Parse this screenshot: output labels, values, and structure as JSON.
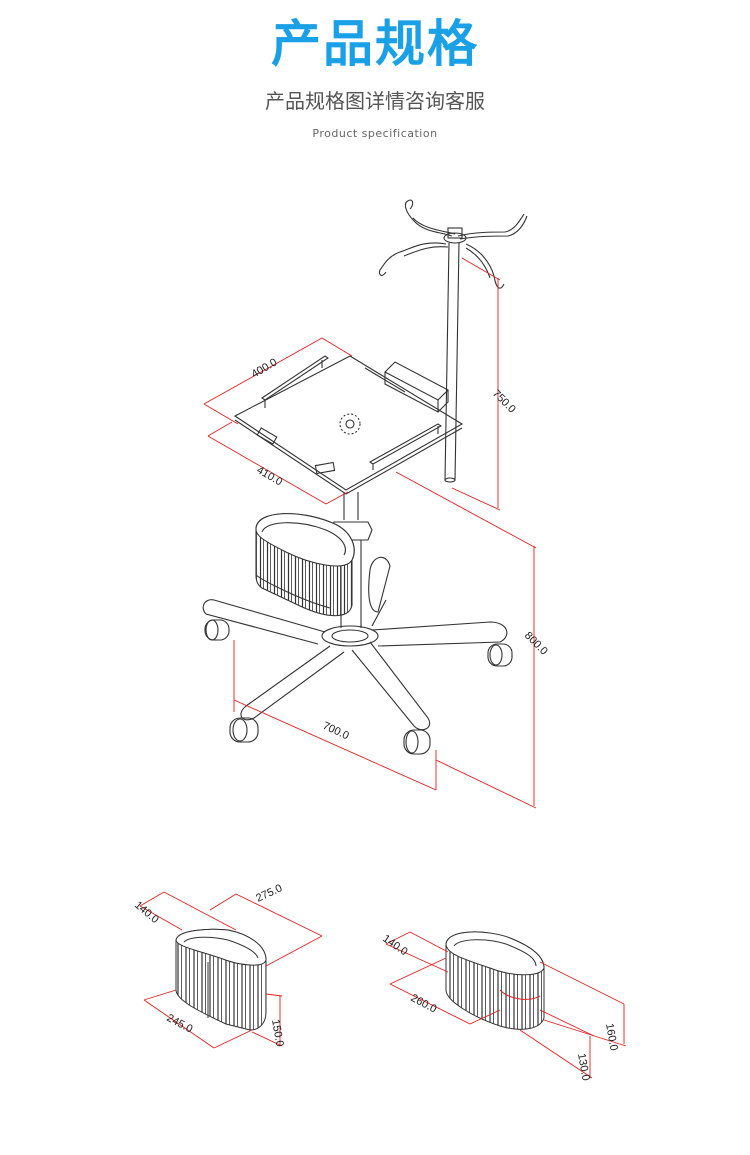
{
  "header": {
    "title": "产品规格",
    "subtitle": "产品规格图详情咨询客服",
    "subtitle_en": "Product specification"
  },
  "colors": {
    "title": "#1aa0e6",
    "dimension_line": "#e02020",
    "outline": "#333333"
  },
  "dimensions": {
    "tray_depth": "400.0",
    "tray_width": "410.0",
    "pole_height": "750.0",
    "cart_height": "800.0",
    "base_width": "700.0",
    "basket_a_depth": "140.0",
    "basket_a_length": "275.0",
    "basket_a_width": "245.0",
    "basket_a_height": "150.0",
    "basket_b_depth": "140.0",
    "basket_b_length": "260.0",
    "basket_b_height": "160.0",
    "basket_b_bottom": "130.0"
  }
}
